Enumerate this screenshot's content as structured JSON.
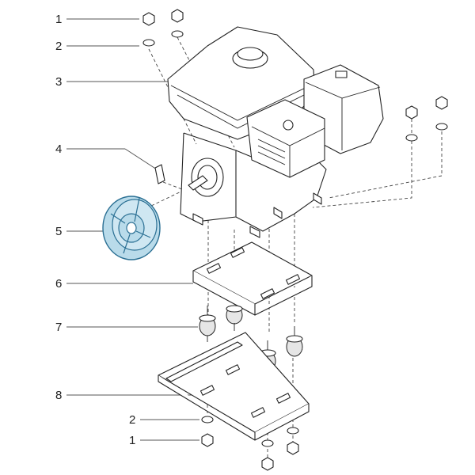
{
  "callouts": [
    {
      "id": "c1-top",
      "label": "1"
    },
    {
      "id": "c2-top",
      "label": "2"
    },
    {
      "id": "c3",
      "label": "3"
    },
    {
      "id": "c4",
      "label": "4"
    },
    {
      "id": "c5",
      "label": "5"
    },
    {
      "id": "c6",
      "label": "6"
    },
    {
      "id": "c7",
      "label": "7"
    },
    {
      "id": "c8",
      "label": "8"
    },
    {
      "id": "c2-bottom",
      "label": "2"
    },
    {
      "id": "c1-bottom",
      "label": "1"
    }
  ],
  "colors": {
    "line": "#222222",
    "pulley_fill": "#b9dbea",
    "pulley_stroke": "#2a6f93",
    "background": "#ffffff"
  }
}
